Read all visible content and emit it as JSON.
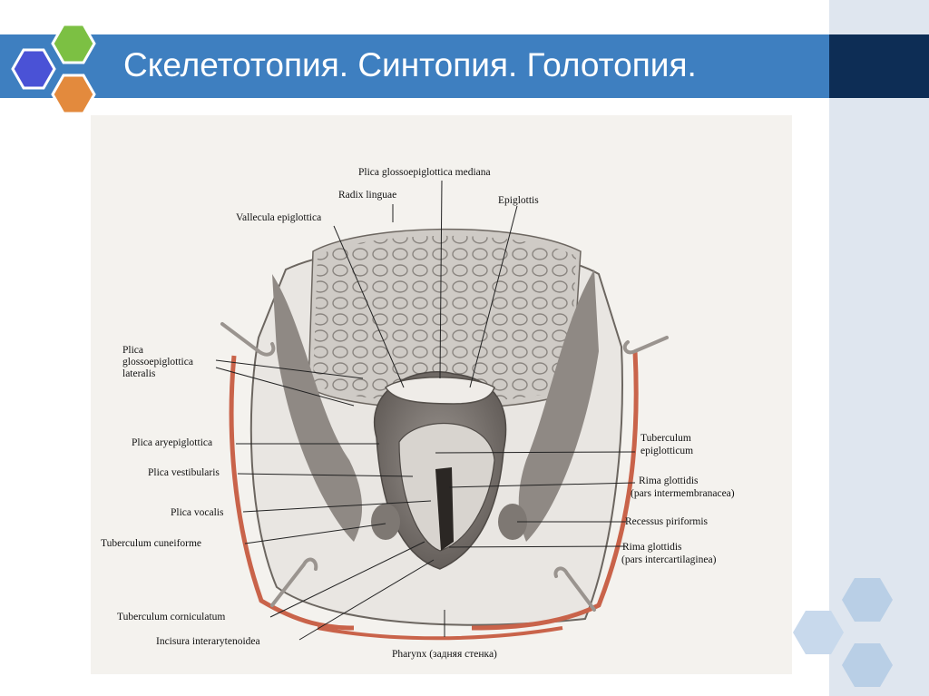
{
  "slide": {
    "title": "Скелетотопия. Синтопия. Голотопия."
  },
  "colors": {
    "title_bar": "#3e7fc0",
    "title_bar_dark": "#0d2d55",
    "side_panel": "#dfe6ef",
    "hex_blue": "#4a52d6",
    "hex_green": "#7cc043",
    "hex_orange": "#e38a3d",
    "hex_light_blue": "#b9cfe6"
  },
  "figure": {
    "labels": {
      "plica_glossoepiglottica_mediana": "Plica glossoepiglottica mediana",
      "radix_linguae": "Radix linguae",
      "epiglottis": "Epiglottis",
      "vallecula_epiglottica": "Vallecula epiglottica",
      "plica_lateralis_1": "Plica",
      "plica_lateralis_2": "glossoepiglottica",
      "plica_lateralis_3": "lateralis",
      "plica_aryepiglottica": "Plica aryepiglottica",
      "plica_vestibularis": "Plica vestibularis",
      "plica_vocalis": "Plica vocalis",
      "tuberculum_cuneiforme": "Tuberculum cuneiforme",
      "tuberculum_corniculatum": "Tuberculum corniculatum",
      "incisura_interarytenoidea": "Incisura interarytenoidea",
      "tuberculum_epiglotticum_1": "Tuberculum",
      "tuberculum_epiglotticum_2": "epiglotticum",
      "rima_intermembranacea_1": "Rima glottidis",
      "rima_intermembranacea_2": "(pars intermembranacea)",
      "recessus_piriformis": "Recessus piriformis",
      "rima_intercartilaginea_1": "Rima glottidis",
      "rima_intercartilaginea_2": "(pars intercartilaginea)",
      "pharynx": "Pharynx (задняя стенка)"
    }
  }
}
